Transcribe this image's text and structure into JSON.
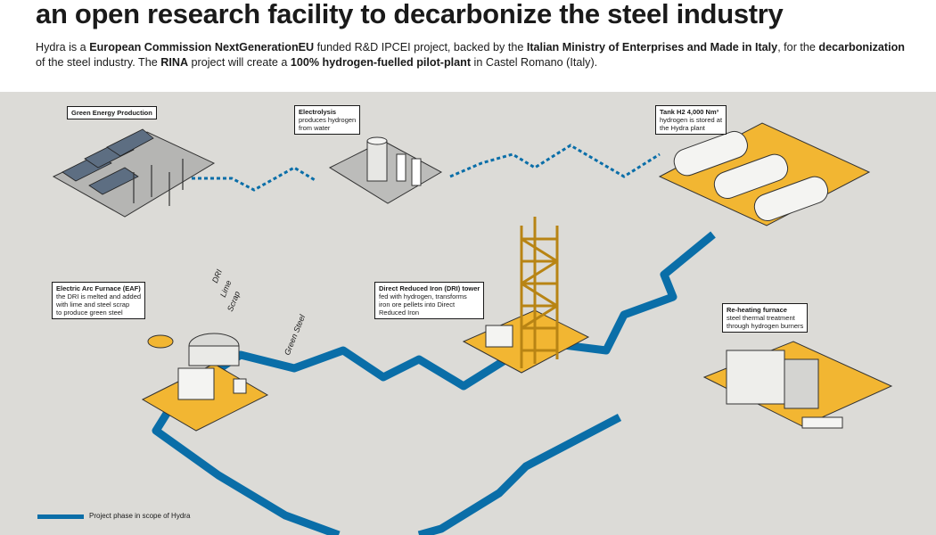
{
  "title": "an open research facility to decarbonize the steel industry",
  "intro": {
    "p1": "Hydra is a ",
    "b1": "European Commission NextGenerationEU",
    "p2": " funded R&D IPCEI project, backed by the ",
    "b2": "Italian Ministry of Enterprises and Made in Italy",
    "p3": ", for the ",
    "b3": "decarbonization",
    "p4": " of the steel industry. The ",
    "b4": "RINA",
    "p5": " project will create a ",
    "b5": "100% hydrogen-fuelled pilot-plant",
    "p6": " in Castel Romano (Italy)."
  },
  "labels": {
    "green_energy": {
      "title": "Green Energy Production"
    },
    "electrolysis": {
      "title": "Electrolysis",
      "line1": "produces hydrogen",
      "line2": "from water"
    },
    "tank": {
      "title": "Tank H2 4,000 Nm³",
      "line1": "hydrogen is stored at",
      "line2": "the Hydra plant"
    },
    "eaf": {
      "title": "Electric Arc Furnace (EAF)",
      "line1": "the DRI is melted and added",
      "line2": "with lime and steel scrap",
      "line3": "to produce green steel"
    },
    "dri": {
      "title": "Direct Reduced Iron (DRI) tower",
      "line1": "fed with hydrogen, transforms",
      "line2": "iron ore pellets into Direct",
      "line3": "Reduced Iron"
    },
    "reheating": {
      "title": "Re-heating furnace",
      "line1": "steel thermal treatment",
      "line2": "through hydrogen burners"
    }
  },
  "eaf_inputs": [
    "DRI",
    "Lime",
    "Scrap"
  ],
  "green_steel": "Green Steel",
  "legend": {
    "in_scope": "Project phase in scope of Hydra"
  },
  "colors": {
    "pipe": "#0a6ea8",
    "platform": "#f2b632",
    "background": "#dcdbd7"
  }
}
